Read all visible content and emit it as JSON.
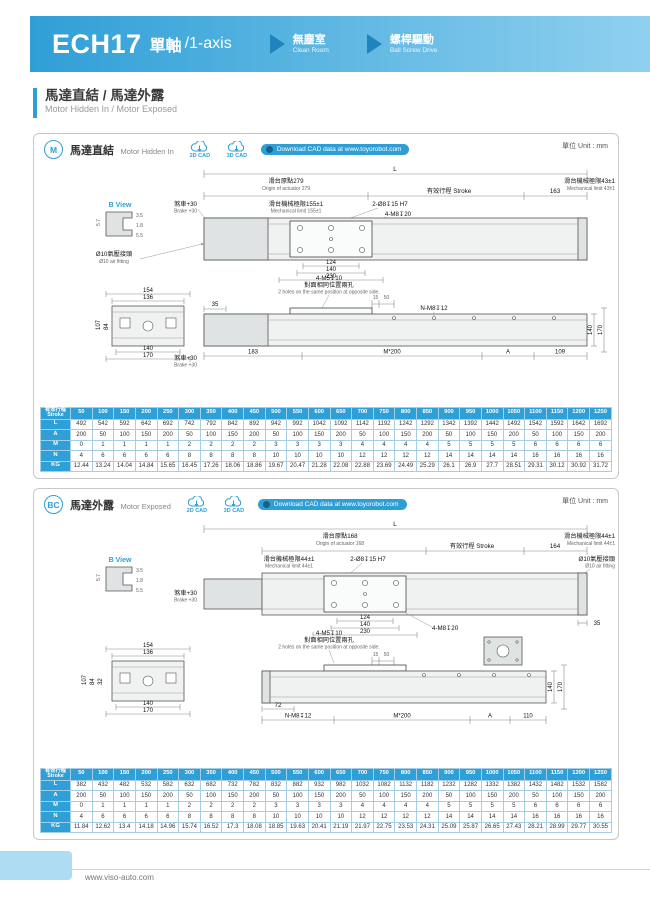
{
  "header": {
    "model": "ECH17",
    "title_zh": "單軸",
    "title_en": "/1-axis",
    "badges": [
      {
        "zh": "無塵室",
        "en": "Clean Room"
      },
      {
        "zh": "螺桿驅動",
        "en": "Ball Screw Drive"
      }
    ]
  },
  "section": {
    "title_zh": "馬達直結 / 馬達外露",
    "title_en": "Motor Hidden In / Motor Exposed"
  },
  "panel_m": {
    "badge": "M",
    "title_zh": "馬達直結",
    "title_en": "Motor Hidden In",
    "cad2d": "2D CAD",
    "cad3d": "3D CAD",
    "download_label": "Download CAD data at www.toyorobot.com",
    "unit": "單位 Unit : mm",
    "ann": {
      "L": "L",
      "origin_zh": "滑台原點279",
      "origin_en": "Origin of actuator 279",
      "stroke": "有效行程 Stroke",
      "len_right": "163",
      "mechl_zh": "滑台機械極限155±1",
      "mechl_en": "Mechanical limit 155±1",
      "mechr_zh": "滑台機械極限43±1",
      "mechr_en": "Mechanical limit 43±1",
      "hole_top": "2-Ø8↧15 H7",
      "hole_car": "4-M8↧20",
      "brake_zh": "煞車+30",
      "brake_en": "Brake +30",
      "bview": "B View",
      "b35": "3.5",
      "b57": "5.7",
      "b18": "1.8",
      "b55": "5.5",
      "air_zh": "Ø10氣壓接頭",
      "air_en": "Ø10 air fitting",
      "d124": "124",
      "d140": "140",
      "d230": "230",
      "m5": "4-M5↧10",
      "m5_zh": "對面相同位置兩孔",
      "m5_en": "2 holes on the same position at opposite side.",
      "d15": "15",
      "d50": "50",
      "s154": "154",
      "s136": "136",
      "s107": "107",
      "s84": "84",
      "s140": "140",
      "s170": "170",
      "d35": "35",
      "nm8": "N-M8↧12",
      "d183": "183",
      "m200": "M*200",
      "dA": "A",
      "d109": "109",
      "v140": "140",
      "v170": "170"
    },
    "table": {
      "header_label_zh": "有效行程",
      "header_label_en": "Stroke",
      "strokes": [
        "50",
        "100",
        "150",
        "200",
        "250",
        "300",
        "350",
        "400",
        "450",
        "500",
        "550",
        "600",
        "650",
        "700",
        "750",
        "800",
        "850",
        "900",
        "950",
        "1000",
        "1050",
        "1100",
        "1150",
        "1200",
        "1250"
      ],
      "rows": [
        {
          "label": "L",
          "values": [
            "492",
            "542",
            "592",
            "642",
            "692",
            "742",
            "792",
            "842",
            "892",
            "942",
            "992",
            "1042",
            "1092",
            "1142",
            "1192",
            "1242",
            "1292",
            "1342",
            "1392",
            "1442",
            "1492",
            "1542",
            "1592",
            "1642",
            "1692"
          ]
        },
        {
          "label": "A",
          "values": [
            "200",
            "50",
            "100",
            "150",
            "200",
            "50",
            "100",
            "150",
            "200",
            "50",
            "100",
            "150",
            "200",
            "50",
            "100",
            "150",
            "200",
            "50",
            "100",
            "150",
            "200",
            "50",
            "100",
            "150",
            "200"
          ]
        },
        {
          "label": "M",
          "values": [
            "0",
            "1",
            "1",
            "1",
            "1",
            "2",
            "2",
            "2",
            "2",
            "3",
            "3",
            "3",
            "3",
            "4",
            "4",
            "4",
            "4",
            "5",
            "5",
            "5",
            "5",
            "6",
            "6",
            "6",
            "6"
          ]
        },
        {
          "label": "N",
          "values": [
            "4",
            "6",
            "6",
            "6",
            "6",
            "8",
            "8",
            "8",
            "8",
            "10",
            "10",
            "10",
            "10",
            "12",
            "12",
            "12",
            "12",
            "14",
            "14",
            "14",
            "14",
            "16",
            "16",
            "16",
            "16"
          ]
        },
        {
          "label": "KG",
          "values": [
            "12.44",
            "13.24",
            "14.04",
            "14.84",
            "15.65",
            "16.45",
            "17.26",
            "18.06",
            "18.86",
            "19.67",
            "20.47",
            "21.28",
            "22.08",
            "22.88",
            "23.69",
            "24.49",
            "25.29",
            "26.1",
            "26.9",
            "27.7",
            "28.51",
            "29.31",
            "30.12",
            "30.92",
            "31.72"
          ]
        }
      ]
    }
  },
  "panel_bc": {
    "badge": "BC",
    "title_zh": "馬達外露",
    "title_en": "Motor Exposed",
    "cad2d": "2D CAD",
    "cad3d": "3D CAD",
    "download_label": "Download CAD data at www.toyorobot.com",
    "unit": "單位 Unit : mm",
    "ann": {
      "L": "L",
      "origin_zh": "滑台原點168",
      "origin_en": "Origin of actuator 168",
      "stroke": "有效行程 Stroke",
      "len_right": "164",
      "mechl_zh": "滑台機械極限44±1",
      "mechl_en": "Mechanical limit 44±1",
      "mechr_zh": "滑台機械極限44±1",
      "mechr_en": "Mechanical limit 44±1",
      "hole_top": "2-Ø8↧15 H7",
      "hole_car": "4-M8↧20",
      "brake_zh": "煞車+30",
      "brake_en": "Brake +30",
      "bview": "B View",
      "b35": "3.5",
      "b57": "5.7",
      "b18": "1.8",
      "b55": "5.5",
      "air_zh": "Ø10氣壓接頭",
      "air_en": "Ø10 air fitting",
      "d124": "124",
      "d140": "140",
      "d230": "230",
      "d35": "35",
      "m5": "4-M5↧10",
      "m5_zh": "對面相同位置兩孔",
      "m5_en": "2 holes on the same position at opposite side.",
      "d15": "15",
      "d50": "50",
      "s154": "154",
      "s136": "136",
      "s107": "107",
      "s84": "84",
      "s32": "32",
      "s140": "140",
      "s170": "170",
      "d72": "72",
      "nm8": "N-M8↧12",
      "m200": "M*200",
      "dA": "A",
      "d110": "110",
      "v140": "140",
      "v170": "170"
    },
    "table": {
      "header_label_zh": "有效行程",
      "header_label_en": "Stroke",
      "strokes": [
        "50",
        "100",
        "150",
        "200",
        "250",
        "300",
        "350",
        "400",
        "450",
        "500",
        "550",
        "600",
        "650",
        "700",
        "750",
        "800",
        "850",
        "900",
        "950",
        "1000",
        "1050",
        "1100",
        "1150",
        "1200",
        "1250"
      ],
      "rows": [
        {
          "label": "L",
          "values": [
            "382",
            "432",
            "482",
            "532",
            "582",
            "632",
            "682",
            "732",
            "782",
            "832",
            "882",
            "932",
            "982",
            "1032",
            "1082",
            "1132",
            "1182",
            "1232",
            "1282",
            "1332",
            "1382",
            "1432",
            "1482",
            "1532",
            "1582"
          ]
        },
        {
          "label": "A",
          "values": [
            "200",
            "50",
            "100",
            "150",
            "200",
            "50",
            "100",
            "150",
            "200",
            "50",
            "100",
            "150",
            "200",
            "50",
            "100",
            "150",
            "200",
            "50",
            "100",
            "150",
            "200",
            "50",
            "100",
            "150",
            "200"
          ]
        },
        {
          "label": "M",
          "values": [
            "0",
            "1",
            "1",
            "1",
            "1",
            "2",
            "2",
            "2",
            "2",
            "3",
            "3",
            "3",
            "3",
            "4",
            "4",
            "4",
            "4",
            "5",
            "5",
            "5",
            "5",
            "6",
            "6",
            "6",
            "6"
          ]
        },
        {
          "label": "N",
          "values": [
            "4",
            "6",
            "6",
            "6",
            "6",
            "8",
            "8",
            "8",
            "8",
            "10",
            "10",
            "10",
            "10",
            "12",
            "12",
            "12",
            "12",
            "14",
            "14",
            "14",
            "14",
            "16",
            "16",
            "16",
            "16"
          ]
        },
        {
          "label": "KG",
          "values": [
            "11.84",
            "12.62",
            "13.4",
            "14.18",
            "14.96",
            "15.74",
            "16.52",
            "17.3",
            "18.08",
            "18.85",
            "19.63",
            "20.41",
            "21.19",
            "21.97",
            "22.75",
            "23.53",
            "24.31",
            "25.09",
            "25.87",
            "26.65",
            "27.43",
            "28.21",
            "28.99",
            "29.77",
            "30.55"
          ]
        }
      ]
    }
  },
  "footer": {
    "url": "www.viso-auto.com"
  }
}
